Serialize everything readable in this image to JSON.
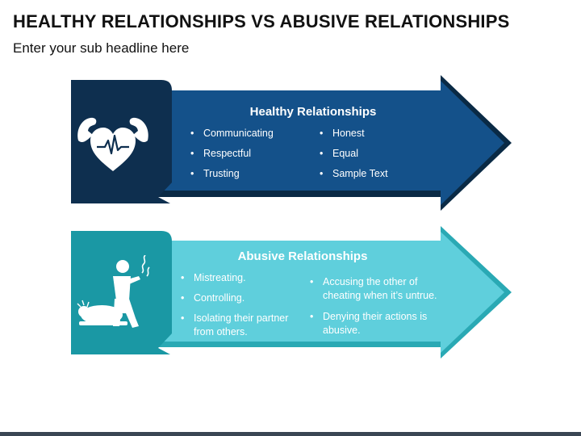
{
  "header": {
    "title": "HEALTHY RELATIONSHIPS VS ABUSIVE RELATIONSHIPS",
    "subtitle": "Enter your sub headline here"
  },
  "healthy": {
    "heading": "Healthy Relationships",
    "icon": "heart-muscles-icon",
    "items_left": [
      "Communicating",
      "Respectful",
      "Trusting"
    ],
    "items_right": [
      "Honest",
      "Equal",
      "Sample Text"
    ]
  },
  "abusive": {
    "heading": "Abusive Relationships",
    "icon": "abuse-figures-icon",
    "items_left": [
      "Mistreating.",
      "Controlling.",
      "Isolating their partner from others."
    ],
    "items_right": [
      "Accusing the other of cheating when it’s untrue.",
      "Denying their actions is abusive."
    ]
  },
  "colors": {
    "healthy_dark": "#0e2f4f",
    "healthy_arrow": "#14518a",
    "abusive_dark": "#1a98a4",
    "abusive_arrow": "#5fcfdc",
    "title_text": "#111111"
  }
}
